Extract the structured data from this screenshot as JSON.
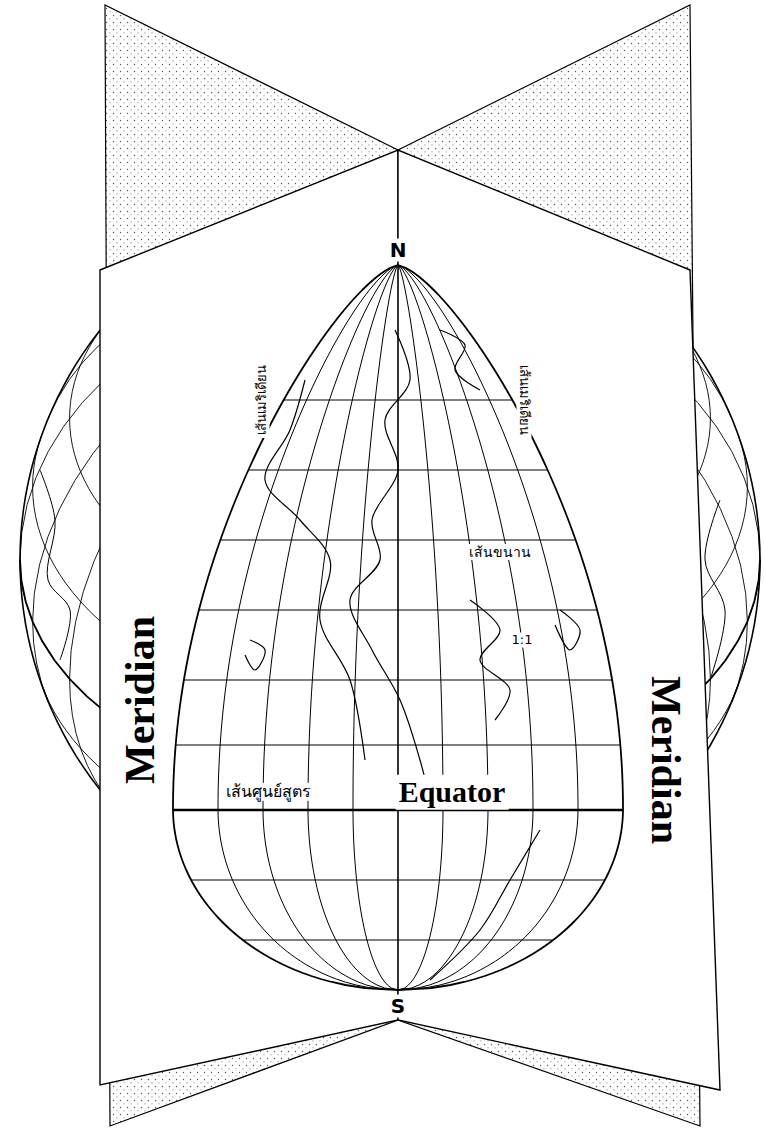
{
  "diagram": {
    "labels": [
      "N",
      "เส้นเมริเดียน",
      "เส้นเมริเดียน",
      "Meridian",
      "เส้นขนาน",
      "Meridian",
      "1:1",
      "เส้นศูนย์สูตร",
      "Equator",
      "S"
    ]
  }
}
